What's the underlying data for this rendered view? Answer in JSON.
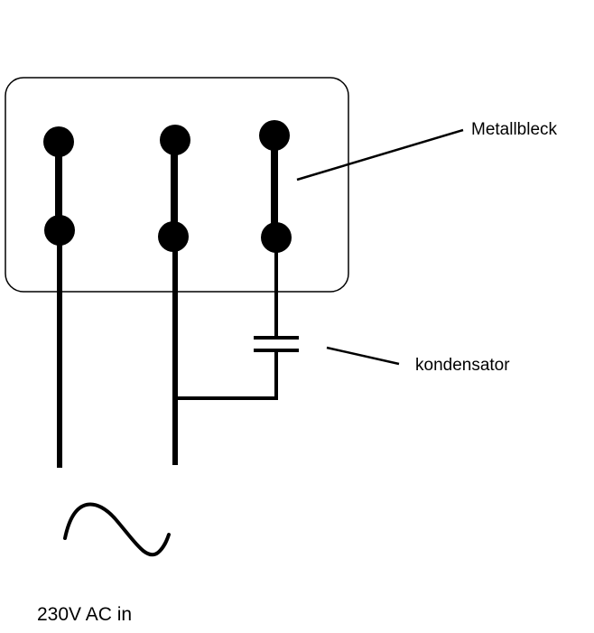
{
  "labels": {
    "metallbleck": "Metallbleck",
    "kondensator": "kondensator",
    "ac_input": "230V AC in"
  },
  "colors": {
    "stroke": "#000000",
    "background": "#ffffff"
  }
}
